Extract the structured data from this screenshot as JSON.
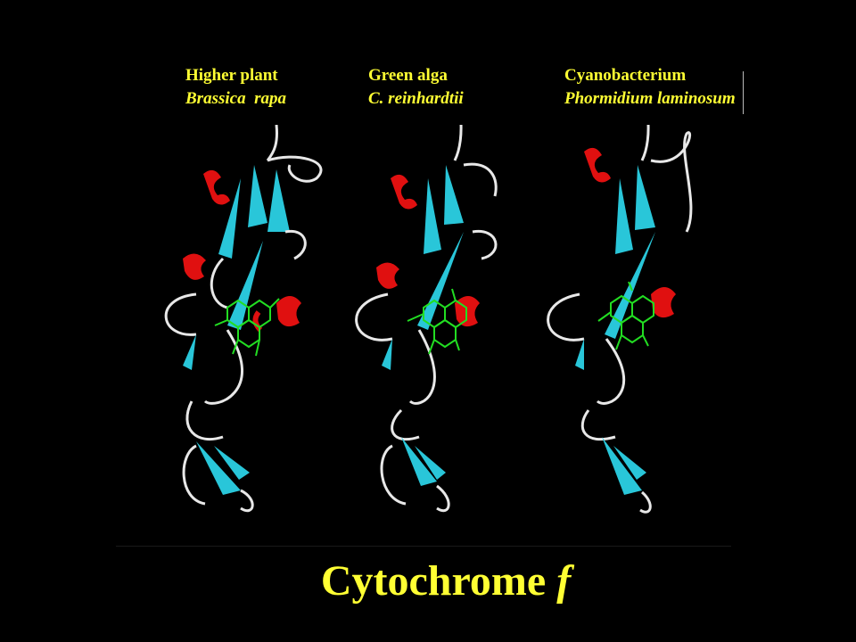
{
  "panels": [
    {
      "group": "Higher plant",
      "species": "Brassica  rapa"
    },
    {
      "group": "Green alga",
      "species": "C. reinhardtii"
    },
    {
      "group": "Cyanobacterium",
      "species": "Phormidium laminosum"
    }
  ],
  "title": {
    "main": "Cytochrome",
    "italic": "f"
  },
  "colors": {
    "text": "#ffff33",
    "beta_sheet": "#29c6d9",
    "helix": "#e01010",
    "coil": "#e8e8e8",
    "heme": "#22dd22",
    "background": "#000000"
  },
  "icons": [
    "ribbon-structure",
    "heme-group"
  ]
}
